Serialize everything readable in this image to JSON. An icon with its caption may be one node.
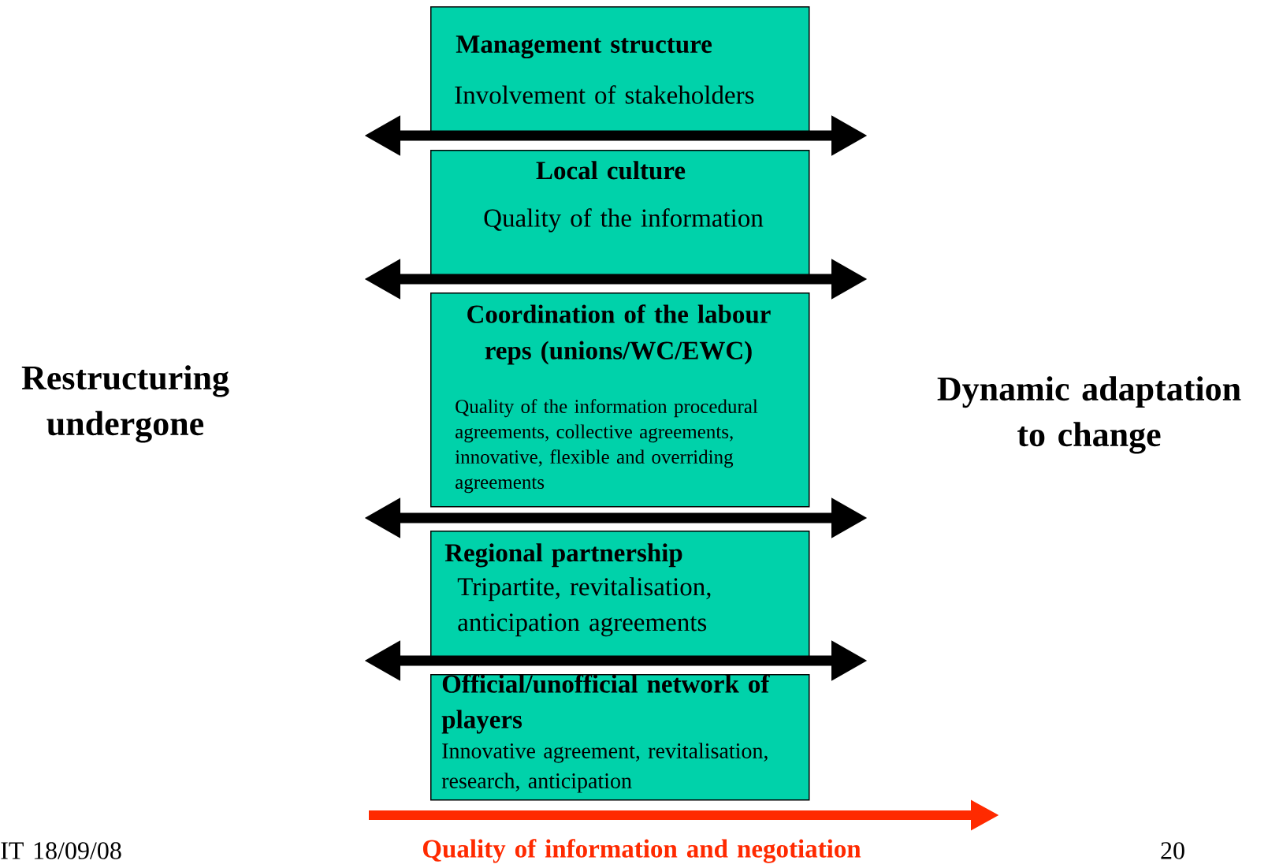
{
  "diagram": {
    "nodes": [
      {
        "text": [
          "Management structure",
          "Involvement of stakeholders"
        ]
      },
      {
        "text": [
          "Local culture",
          "Quality of the information"
        ]
      },
      {
        "text": [
          "Coordination of the labour reps (unions/WC/EWC)",
          "Quality of the information procedural agreements, collective agreements, innovative, flexible and overriding agreements"
        ]
      },
      {
        "text": [
          "Regional partnership",
          "Tripartite, revitalisation, anticipation agreements"
        ]
      },
      {
        "text": [
          "Official/unofficial network of players",
          "Innovative agreement, revitalisation, research, anticipation"
        ]
      }
    ],
    "labels": [
      "Restructuring undergone",
      "Dynamic adaptation to change",
      "Quality of information and negotiation",
      "IT 18/09/08",
      "20"
    ]
  }
}
